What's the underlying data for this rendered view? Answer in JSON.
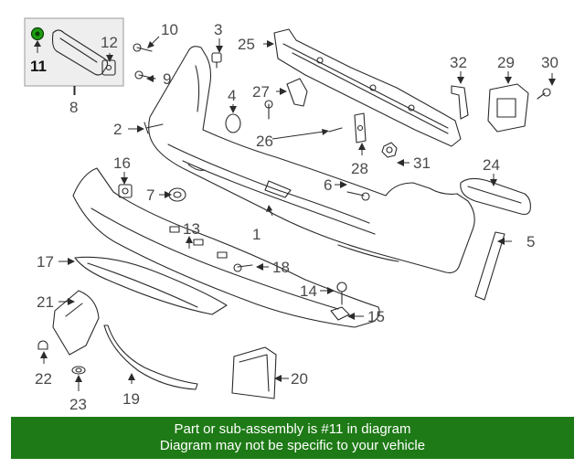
{
  "highlighted_part": "11",
  "callouts": {
    "c1": "1",
    "c2": "2",
    "c3": "3",
    "c4": "4",
    "c5": "5",
    "c6": "6",
    "c7": "7",
    "c8": "8",
    "c9": "9",
    "c10": "10",
    "c11": "11",
    "c12": "12",
    "c13": "13",
    "c14": "14",
    "c15": "15",
    "c16": "16",
    "c17": "17",
    "c18": "18",
    "c19": "19",
    "c20": "20",
    "c21": "21",
    "c22": "22",
    "c23": "23",
    "c24": "24",
    "c25": "25",
    "c26": "26",
    "c27": "27",
    "c28": "28",
    "c29": "29",
    "c30": "30",
    "c31": "31",
    "c32": "32"
  },
  "banner": {
    "line1": "Part or sub-assembly is #11 in diagram",
    "line2": "Diagram may not be specific to your vehicle"
  },
  "colors": {
    "banner_bg": "#1e7a16",
    "highlight": "#1e9c12",
    "inset_bg": "#eeeeee"
  }
}
